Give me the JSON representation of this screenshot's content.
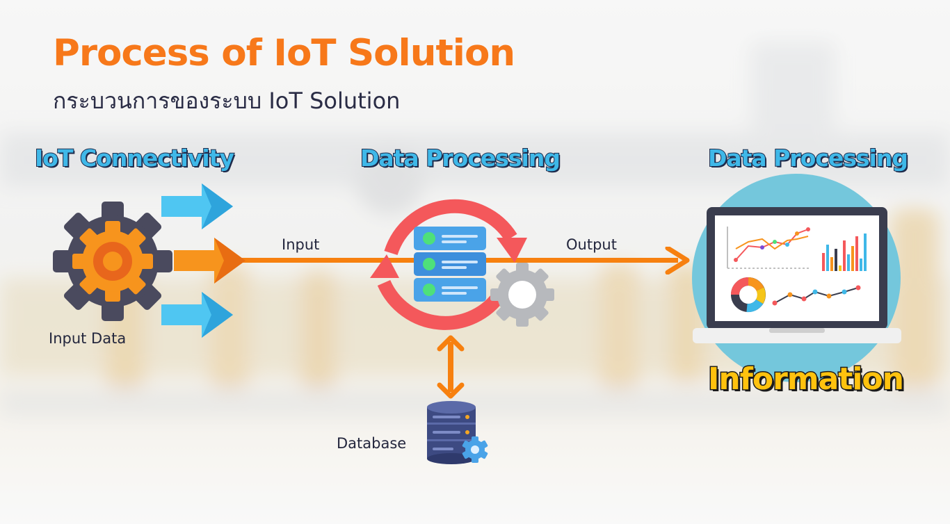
{
  "title": "Process of IoT Solution",
  "subtitle": "กระบวนการของระบบ IoT Solution",
  "stages": {
    "connectivity": "IoT Connectivity",
    "processing": "Data Processing",
    "output_stage": "Data Processing"
  },
  "labels": {
    "input_data": "Input Data",
    "input": "Input",
    "output": "Output",
    "database": "Database"
  },
  "result": "Information",
  "colors": {
    "title": "#f7781a",
    "stage_text": "#3fb8e8",
    "flow_arrow": "#f7800f",
    "cycle": "#f4585b",
    "result_text": "#ffc20e"
  }
}
